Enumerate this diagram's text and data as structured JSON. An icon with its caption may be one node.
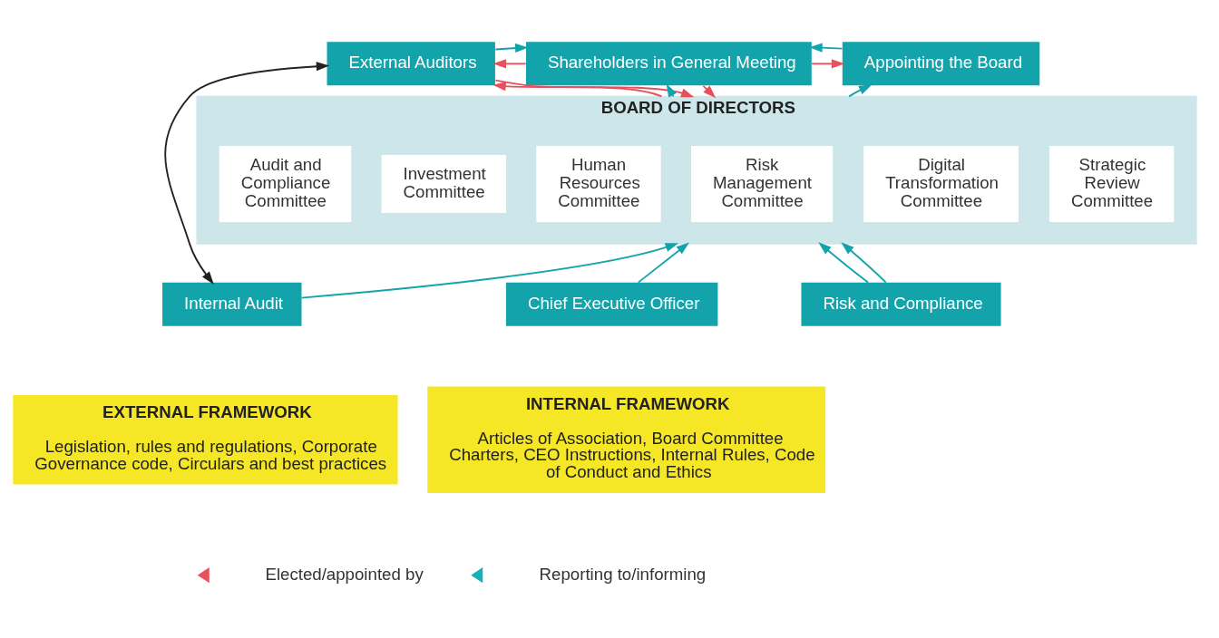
{
  "diagram": {
    "nodes": [
      {
        "text": [
          "External Auditors"
        ]
      },
      {
        "text": [
          "Shareholders in General Meeting"
        ]
      },
      {
        "text": [
          "Appointing the Board"
        ]
      },
      {
        "text": [
          "BOARD OF DIRECTORS"
        ]
      },
      {
        "text": [
          "Audit and Compliance Committee"
        ],
        "in": 3
      },
      {
        "text": [
          "Investment Committee"
        ],
        "in": 3
      },
      {
        "text": [
          "Human Resources Committee"
        ],
        "in": 3
      },
      {
        "text": [
          "Risk Management Committee"
        ],
        "in": 3
      },
      {
        "text": [
          "Digital Transformation Committee"
        ],
        "in": 3
      },
      {
        "text": [
          "Strategic Review Committee"
        ],
        "in": 3
      },
      {
        "text": [
          "Internal Audit"
        ]
      },
      {
        "text": [
          "Chief Executive Officer"
        ]
      },
      {
        "text": [
          "Risk and Compliance"
        ]
      },
      {
        "text": [
          "EXTERNAL FRAMEWORK",
          "Legislation, rules and regulations, Corporate Governance code, Circulars and best practices"
        ]
      },
      {
        "text": [
          "INTERNAL FRAMEWORK",
          "Articles of Association, Board Committee Charters, CEO Instructions, Internal Rules, Code of Conduct and Ethics"
        ]
      }
    ],
    "edges": [
      {
        "from": 1,
        "to": 0,
        "arrow": "to",
        "color": "#e8505b"
      },
      {
        "from": 0,
        "to": 1,
        "arrow": "to"
      },
      {
        "from": 1,
        "to": 2,
        "arrow": "to",
        "color": "#e8505b"
      },
      {
        "from": 2,
        "to": 1,
        "arrow": "to"
      },
      {
        "from": 0,
        "to": 3,
        "arrow": "to",
        "color": "#e8505b"
      },
      {
        "from": 3,
        "to": 0,
        "arrow": "to",
        "color": "#e8505b"
      },
      {
        "from": 1,
        "to": 3,
        "arrow": "to",
        "color": "#e8505b"
      },
      {
        "from": 3,
        "to": 1,
        "arrow": "to"
      },
      {
        "from": 3,
        "to": 2,
        "arrow": "to"
      },
      {
        "from": 10,
        "to": 3,
        "arrow": "to"
      },
      {
        "from": 12,
        "to": 3,
        "arrow": "to"
      },
      {
        "from": 11,
        "to": 3,
        "arrow": "to"
      },
      {
        "from": 12,
        "to": 3,
        "arrow": "to"
      },
      {
        "from": 0,
        "to": 10,
        "arrow": "both",
        "color": "#222222"
      }
    ],
    "legend": [
      {
        "text": "Elected/appointed by",
        "color": "#e8505b"
      },
      {
        "text": "Reporting to/informing",
        "color": "#1aaeb5"
      }
    ]
  }
}
